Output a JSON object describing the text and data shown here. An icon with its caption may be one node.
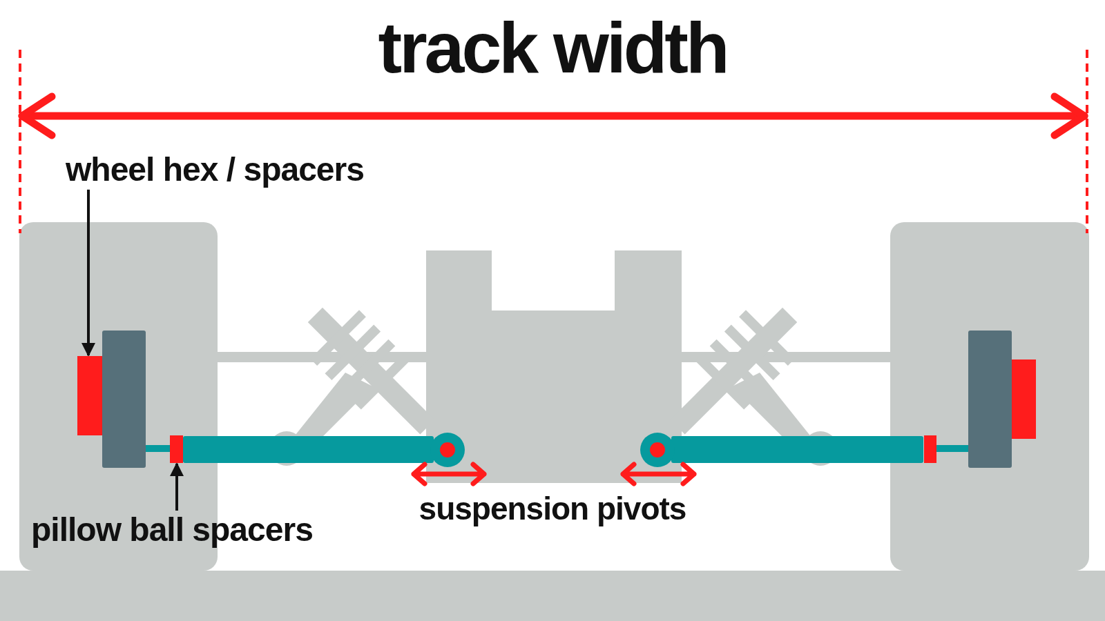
{
  "diagram": {
    "title": "track width",
    "nodes": [
      {
        "text": [
          "wheel hex / spacers"
        ]
      },
      {
        "text": [],
        "shape": "box"
      },
      {
        "text": [
          "pillow ball spacers"
        ]
      },
      {
        "text": [],
        "shape": "box"
      }
    ],
    "edges": [
      {
        "from": 0,
        "to": 1,
        "arrow": "to"
      },
      {
        "from": 2,
        "to": 3,
        "arrow": "to"
      }
    ],
    "labels": [
      "suspension pivots"
    ]
  }
}
